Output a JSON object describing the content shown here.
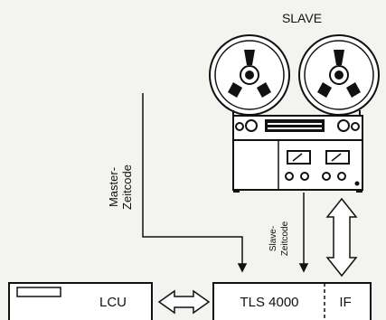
{
  "labels": {
    "slave": "SLAVE",
    "master_timecode_1": "Master-",
    "master_timecode_2": "Zeitcode",
    "slave_timecode_1": "Slave-",
    "slave_timecode_2": "Zeitcode",
    "lcu": "LCU",
    "tls": "TLS 4000",
    "if": "IF"
  },
  "colors": {
    "ink": "#111111",
    "paper": "#f3f3ef"
  }
}
